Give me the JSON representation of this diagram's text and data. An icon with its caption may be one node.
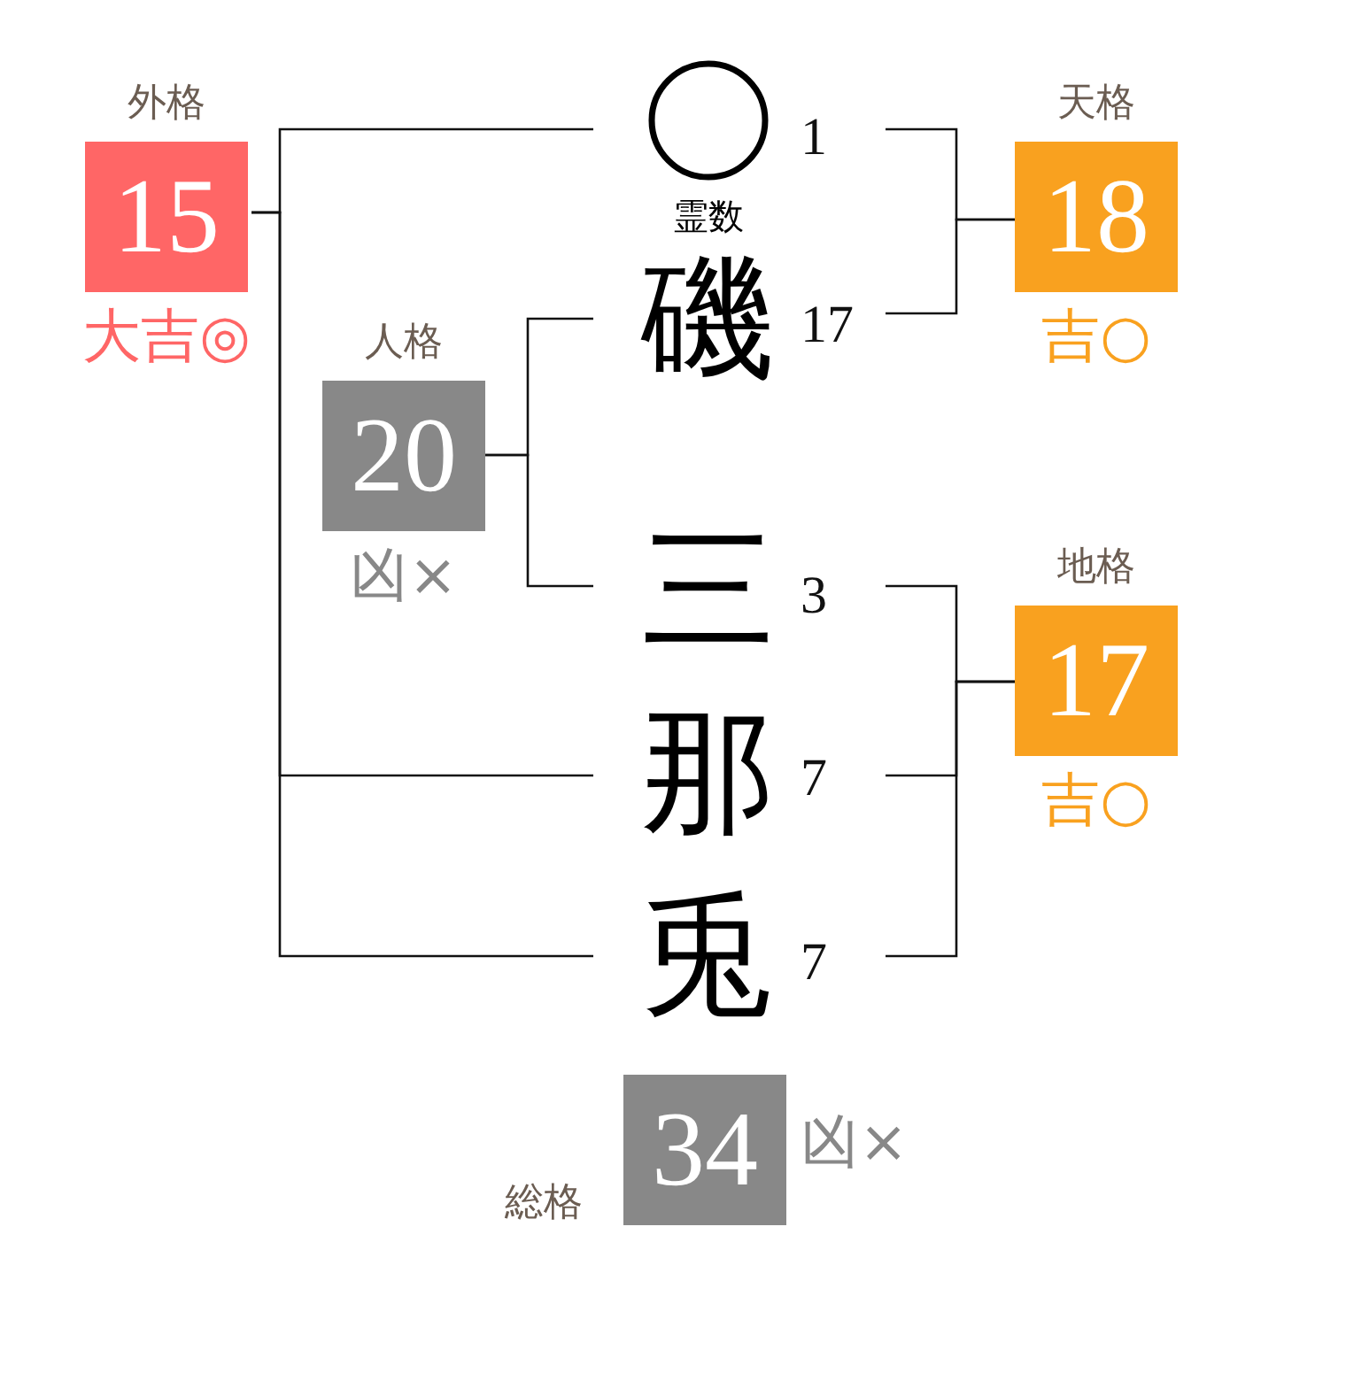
{
  "diagram": {
    "nodes": [
      {
        "text": [
          "外格",
          "15"
        ],
        "beside": [
          "大吉◎"
        ]
      },
      {
        "text": [],
        "shape": "circle",
        "beside": [
          "1",
          "霊数"
        ]
      },
      {
        "text": [
          "天格",
          "18"
        ],
        "beside": [
          "吉○"
        ]
      },
      {
        "text": [
          "磯"
        ],
        "beside": [
          "17"
        ]
      },
      {
        "text": [
          "人格",
          "20"
        ],
        "beside": [
          "凶×"
        ]
      },
      {
        "text": [
          "三"
        ],
        "beside": [
          "3"
        ]
      },
      {
        "text": [
          "地格",
          "17"
        ],
        "beside": [
          "吉○"
        ]
      },
      {
        "text": [
          "那"
        ],
        "beside": [
          "7"
        ]
      },
      {
        "text": [
          "兎"
        ],
        "beside": [
          "7"
        ]
      },
      {
        "text": [
          "総格",
          "34"
        ],
        "beside": [
          "凶×"
        ]
      }
    ],
    "edges": [
      {
        "from": 1,
        "to": 2,
        "arrow": "none"
      },
      {
        "from": 3,
        "to": 2,
        "arrow": "none"
      },
      {
        "from": 3,
        "to": 4,
        "arrow": "none"
      },
      {
        "from": 5,
        "to": 4,
        "arrow": "none"
      },
      {
        "from": 5,
        "to": 6,
        "arrow": "none"
      },
      {
        "from": 7,
        "to": 6,
        "arrow": "none"
      },
      {
        "from": 8,
        "to": 6,
        "arrow": "none"
      },
      {
        "from": 1,
        "to": 0,
        "arrow": "none"
      },
      {
        "from": 7,
        "to": 0,
        "arrow": "none"
      },
      {
        "from": 8,
        "to": 0,
        "arrow": "none"
      }
    ]
  }
}
